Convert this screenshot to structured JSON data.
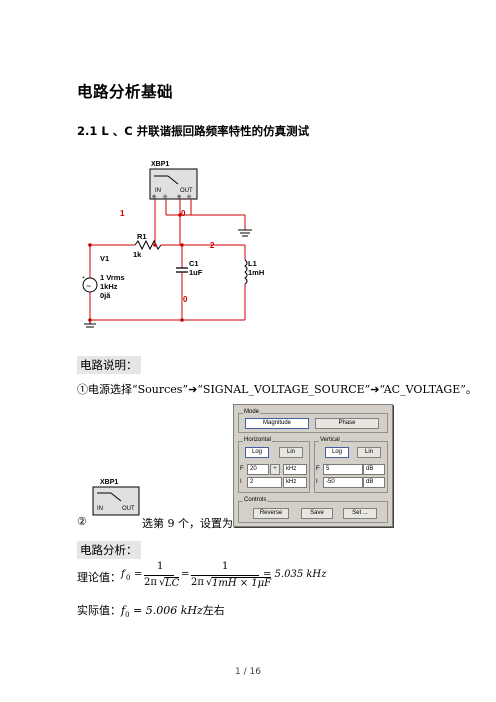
{
  "title": "电路分析基础",
  "section_title": "2.1 L 、C 并联谐振回路频率特性的仿真测试",
  "circuit": {
    "instrument_label": "XBP1",
    "in_label": "IN",
    "out_label": "OUT",
    "node1": "1",
    "node0_top": "0",
    "node2": "2",
    "node0_bottom": "0",
    "r1_name": "R1",
    "r1_value": "1k",
    "c1_name": "C1",
    "c1_value": "1uF",
    "l1_name": "L1",
    "l1_value": "1mH",
    "v1_name": "V1",
    "v1_amp": "1 Vrms",
    "v1_freq": "1kHz",
    "v1_phase": "0jã",
    "wire_color": "#cc0000",
    "node_color": "#cc0000"
  },
  "desc_heading": "电路说明：",
  "desc_line1": "①电源选择“Sources”➔“SIGNAL_VOLTAGE_SOURCE”➔“AC_VOLTAGE”。",
  "bode_icon": {
    "label": "XBP1",
    "in_label": "IN",
    "out_label": "OUT"
  },
  "desc_line2_num": "②",
  "desc_line2_text": "选第 9 个，设置为",
  "dialog": {
    "mode_group": "Mode",
    "magnitude_label": "Magnitude",
    "phase_label": "Phase",
    "horizontal_group": "Horizontal",
    "vertical_group": "Vertical",
    "log_label": "Log",
    "lin_label": "Lin",
    "h_f_label": "F",
    "h_f_value": "20",
    "h_f_unit": "kHz",
    "h_i_label": "I",
    "h_i_value": "2",
    "h_i_unit": "kHz",
    "v_f_label": "F",
    "v_f_value": "5",
    "v_f_unit": "dB",
    "v_i_label": "I",
    "v_i_value": "-50",
    "v_i_unit": "dB",
    "controls_group": "Controls",
    "reverse_label": "Reverse",
    "save_label": "Save",
    "set_label": "Set ..."
  },
  "analysis_heading": "电路分析：",
  "theory_label": "理论值：",
  "theory_f": "f",
  "theory_sub": "0",
  "theory_eq1": "=",
  "theory_num1": "1",
  "theory_den1_pre": "2π",
  "theory_den1_rad": "LC",
  "theory_eq2": "=",
  "theory_num2": "1",
  "theory_den2_pre": "2π",
  "theory_den2_rad": "1mH × 1μF",
  "theory_result": "= 5.035 kHz",
  "actual_label": "实际值：",
  "actual_f": "f",
  "actual_sub": "0",
  "actual_value": " = 5.006 kHz",
  "actual_suffix": "左右",
  "footer": "1 / 16"
}
